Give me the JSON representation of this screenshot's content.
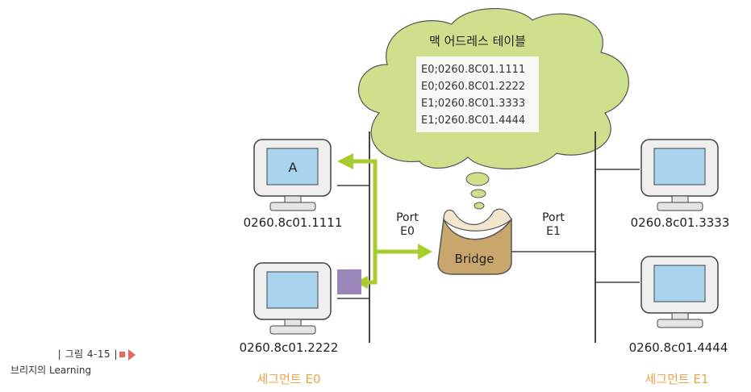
{
  "cloud": {
    "title": "맥 어드레스 테이블",
    "entries": [
      "E0;0260.8C01.1111",
      "E0;0260.8C01.2222",
      "E1;0260.8C01.3333",
      "E1;0260.8C01.4444"
    ]
  },
  "hosts": {
    "a": {
      "letter": "A",
      "mac": "0260.8c01.1111"
    },
    "b": {
      "mac": "0260.8c01.2222"
    },
    "c": {
      "mac": "0260.8c01.3333"
    },
    "d": {
      "mac": "0260.8c01.4444"
    }
  },
  "ports": {
    "e0": {
      "line1": "Port",
      "line2": "E0"
    },
    "e1": {
      "line1": "Port",
      "line2": "E1"
    }
  },
  "bridge": {
    "label": "Bridge"
  },
  "segments": {
    "left": "세그먼트 E0",
    "right": "세그먼트 E1"
  },
  "caption": {
    "figure": "| 그림 4-15 |",
    "title": "브리지의 Learning"
  },
  "colors": {
    "cloud_fill": "#cfe08c",
    "arrow": "#a8cc2e",
    "screen": "#a9d4f0",
    "bridge": "#c9a66b",
    "segment_label": "#f0a24a",
    "frame": "#9b86b9"
  }
}
